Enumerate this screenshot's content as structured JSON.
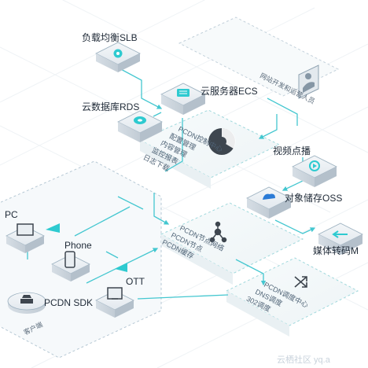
{
  "labels": {
    "slb": "负载均衡SLB",
    "ecs": "云服务器ECS",
    "rds": "云数据库RDS",
    "video": "视频点播",
    "oss": "对象储存OSS",
    "mts": "媒体转码M",
    "pc": "PC",
    "phone": "Phone",
    "ott": "OTT",
    "sdk": "PCDN SDK",
    "personnel": "网站开发和运营人员",
    "client": "客户端"
  },
  "control_center": {
    "title": "PCDN控制中心",
    "items": [
      "配置管理",
      "内容管理",
      "监控报表",
      "日志下载"
    ]
  },
  "node_network": {
    "title": "PCDN节点网络",
    "items": [
      "PCDN节点",
      "PCDN缓存"
    ]
  },
  "schedule_center": {
    "title": "PCDN调度中心",
    "items": [
      "DNS调度",
      "302调度"
    ]
  },
  "watermark": "云栖社区 yq.a",
  "colors": {
    "accent_teal": "#2ecad0",
    "accent_blue": "#2b7bd6",
    "line": "#44c7d0",
    "box_edge": "#9bb0bf"
  }
}
